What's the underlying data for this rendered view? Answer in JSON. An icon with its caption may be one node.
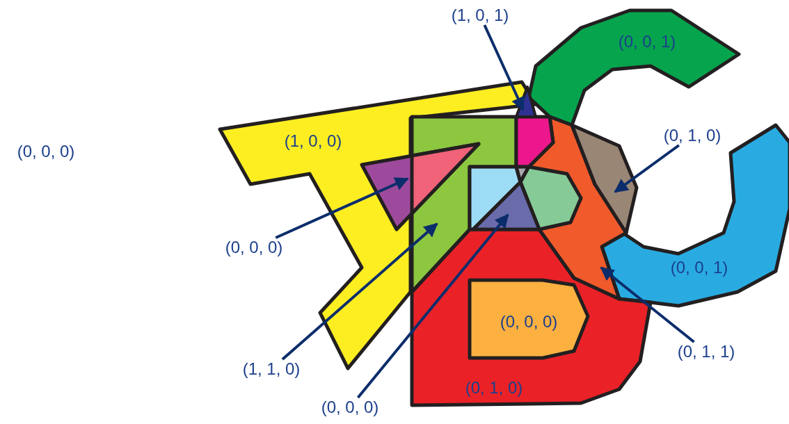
{
  "diagram": {
    "nodes": [
      {
        "text": [
          "(1, 0, 1)"
        ]
      },
      {
        "text": [
          "(0, 1, 0)"
        ]
      },
      {
        "text": [
          "(0, 0, 0)"
        ]
      },
      {
        "text": [
          "(0, 1, 1)"
        ]
      },
      {
        "text": [
          "(1, 1, 0)"
        ]
      },
      {
        "text": [
          "(0, 0, 0)"
        ]
      },
      {
        "text": [],
        "shape": "triangle"
      }
    ],
    "edges": [
      {
        "from": 0,
        "to": 6,
        "arrow": "to"
      },
      {
        "from": 1,
        "to": null,
        "arrow": "to"
      },
      {
        "from": 2,
        "to": null,
        "arrow": "to"
      },
      {
        "from": 3,
        "to": null,
        "arrow": "to"
      },
      {
        "from": 4,
        "to": null,
        "arrow": "to"
      },
      {
        "from": 5,
        "to": null,
        "arrow": "to"
      }
    ],
    "labels": [
      "(0, 0, 1)",
      "(1, 0, 0)",
      "(0, 0, 0)",
      "(0, 0, 1)",
      "(0, 0, 0)",
      "(0, 1, 0)"
    ]
  }
}
